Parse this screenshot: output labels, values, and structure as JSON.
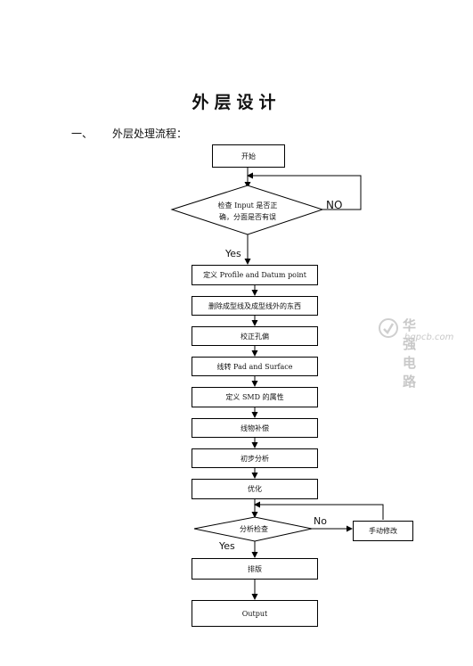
{
  "page": {
    "title": "外层设计",
    "section_number": "一、",
    "section_label": "外层处理流程："
  },
  "flowchart": {
    "start": "开始",
    "check_input_line1": "检查 Input 是否正",
    "check_input_line2": "确，分面是否有误",
    "no_label_top": "NO",
    "yes_label_top": "Yes",
    "steps": [
      "定义 Profile and Datum point",
      "删除成型线及成型线外的东西",
      "校正孔偏",
      "线转 Pad and Surface",
      "定义 SMD  的属性",
      "线物补偿",
      "初步分析",
      "优化"
    ],
    "analysis_check": "分析检查",
    "no_label_bottom": "No",
    "manual_fix": "手动修改",
    "yes_label_bottom": "Yes",
    "layout_step": "排版",
    "output": "Output"
  },
  "watermark": {
    "name": "华强电路",
    "url": "hqpcb.com"
  }
}
